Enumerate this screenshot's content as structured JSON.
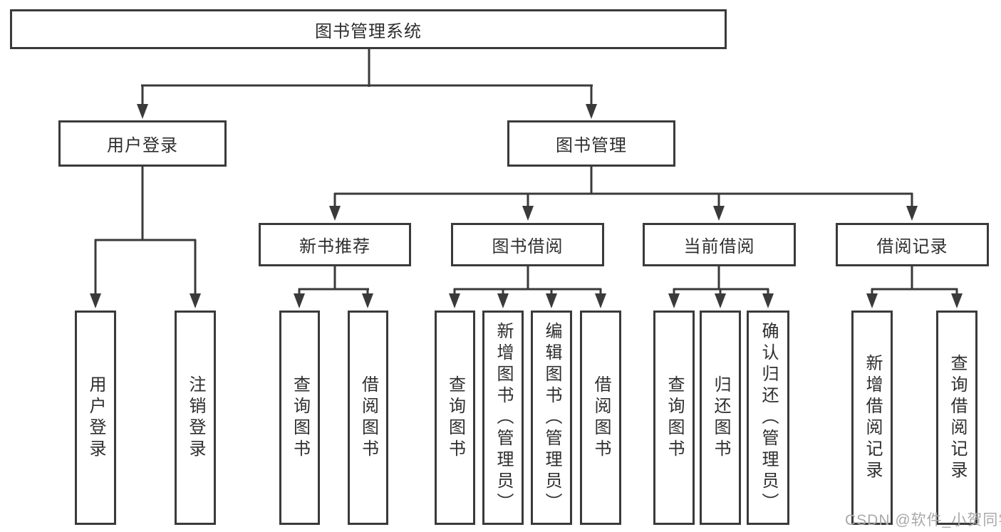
{
  "tree": {
    "root": {
      "label": "图书管理系统"
    },
    "branches": [
      {
        "label": "用户登录",
        "leaves": [
          {
            "label": "用户登录"
          },
          {
            "label": "注销登录"
          }
        ]
      },
      {
        "label": "图书管理",
        "sections": [
          {
            "label": "新书推荐",
            "leaves": [
              {
                "label": "查询图书"
              },
              {
                "label": "借阅图书"
              }
            ]
          },
          {
            "label": "图书借阅",
            "leaves": [
              {
                "label": "查询图书"
              },
              {
                "label": "新增图书（管理员）"
              },
              {
                "label": "编辑图书（管理员）"
              },
              {
                "label": "借阅图书"
              }
            ]
          },
          {
            "label": "当前借阅",
            "leaves": [
              {
                "label": "查询图书"
              },
              {
                "label": "归还图书"
              },
              {
                "label": "确认归还（管理员）"
              }
            ]
          },
          {
            "label": "借阅记录",
            "leaves": [
              {
                "label": "新增借阅记录"
              },
              {
                "label": "查询借阅记录"
              }
            ]
          }
        ]
      }
    ]
  },
  "watermark": {
    "text": "CSDN @软件_小贺同学"
  },
  "colors": {
    "line": "#3a3a3a",
    "box_border": "#3a3a3a",
    "text": "#2e2e2e",
    "background": "#ffffff",
    "watermark": "#a9a9a9"
  }
}
